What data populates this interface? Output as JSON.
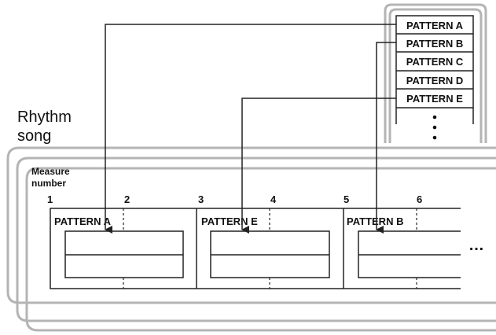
{
  "pattern_list": {
    "items": [
      "PATTERN A",
      "PATTERN B",
      "PATTERN C",
      "PATTERN D",
      "PATTERN E"
    ],
    "more": "⋮"
  },
  "rhythm_song": {
    "title_line1": "Rhythm",
    "title_line2": "song",
    "measure_label_line1": "Measure",
    "measure_label_line2": "number",
    "measure_numbers": [
      "1",
      "2",
      "3",
      "4",
      "5",
      "6"
    ],
    "blocks": [
      {
        "label": "PATTERN A"
      },
      {
        "label": "PATTERN E"
      },
      {
        "label": "PATTERN B"
      }
    ],
    "more": "…"
  },
  "colors": {
    "frame_gray": "#b4b4b4",
    "line": "#222222",
    "text": "#111111"
  }
}
